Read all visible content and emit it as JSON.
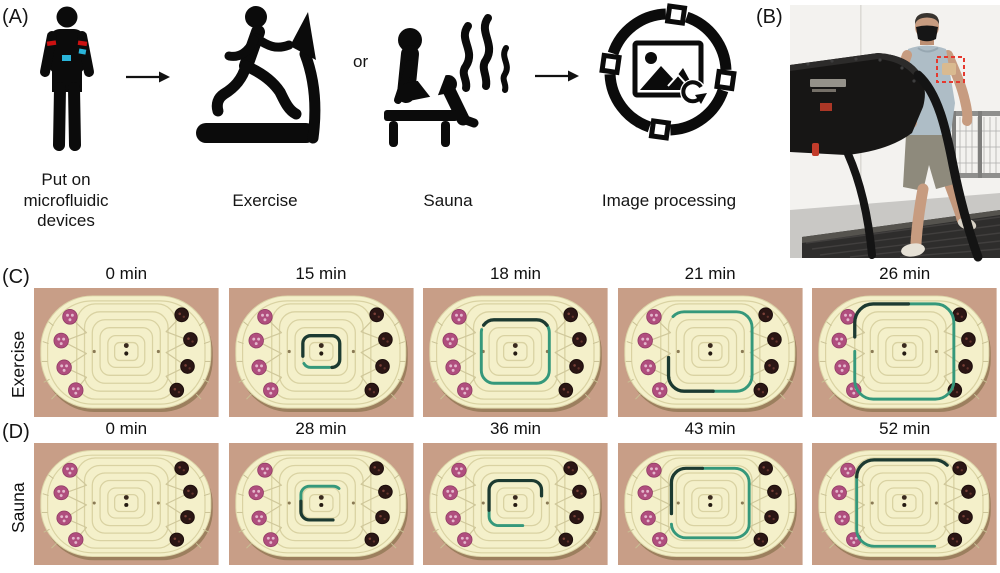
{
  "panelA": {
    "label": "(A)",
    "step1_caption": "Put on microfluidic devices",
    "step2_caption": "Exercise",
    "or_label": "or",
    "step3_caption": "Sauna",
    "step4_caption": "Image processing"
  },
  "panelB": {
    "label": "(B)"
  },
  "panelC": {
    "label": "(C)",
    "row_label": "Exercise",
    "cells": [
      {
        "time": "0 min",
        "dye": null
      },
      {
        "time": "15 min",
        "dye": {
          "w": 38,
          "h": 32,
          "rx": 8,
          "segs": [
            {
              "s": 52,
              "l": 22,
              "c": "light"
            },
            {
              "s": 80,
              "l": 70,
              "c": "dark"
            }
          ]
        }
      },
      {
        "time": "18 min",
        "dye": {
          "w": 70,
          "h": 64,
          "rx": 13,
          "segs": [
            {
              "s": 23,
              "l": 70,
              "c": "light"
            },
            {
              "s": 95,
              "l": 28,
              "c": "dark"
            }
          ]
        }
      },
      {
        "time": "21 min",
        "dye": {
          "w": 86,
          "h": 80,
          "rx": 16,
          "segs": [
            {
              "s": 96,
              "l": 62,
              "c": "light"
            },
            {
              "s": 58,
              "l": 24,
              "c": "dark"
            }
          ]
        }
      },
      {
        "time": "26 min",
        "dye": {
          "w": 102,
          "h": 96,
          "rx": 19,
          "segs": [
            {
              "s": 10,
              "l": 74,
              "c": "light"
            },
            {
              "s": 88,
              "l": 22,
              "c": "dark"
            }
          ]
        }
      }
    ]
  },
  "panelD": {
    "label": "(D)",
    "row_label": "Sauna",
    "cells": [
      {
        "time": "0 min",
        "dye": null
      },
      {
        "time": "28 min",
        "dye": {
          "w": 42,
          "h": 36,
          "rx": 9,
          "segs": [
            {
              "s": 85,
              "l": 37,
              "c": "light"
            },
            {
              "s": 50,
              "l": 35,
              "c": "dark"
            }
          ]
        }
      },
      {
        "time": "36 min",
        "dye": {
          "w": 54,
          "h": 48,
          "rx": 10,
          "segs": [
            {
              "s": 55,
              "l": 25,
              "c": "light"
            },
            {
              "s": 80,
              "l": 50,
              "c": "dark"
            }
          ]
        }
      },
      {
        "time": "43 min",
        "dye": {
          "w": 80,
          "h": 74,
          "rx": 15,
          "segs": [
            {
              "s": 6,
              "l": 70,
              "c": "light"
            },
            {
              "s": 80,
              "l": 26,
              "c": "dark"
            }
          ]
        }
      },
      {
        "time": "52 min",
        "dye": {
          "w": 98,
          "h": 92,
          "rx": 18,
          "segs": [
            {
              "s": 50,
              "l": 42,
              "c": "light"
            },
            {
              "s": 92,
              "l": 30,
              "c": "dark"
            }
          ]
        }
      }
    ]
  },
  "colors": {
    "dye_light": "#35987b",
    "dye_dark": "#1c3a31",
    "device_body": "#f4f0ca",
    "device_background": "#c89e87",
    "reservoir_pink": "#b04e7e",
    "reservoir_dark": "#2b1614",
    "highlight_red": "#e5392e",
    "icon_black": "#0b0b0b"
  }
}
